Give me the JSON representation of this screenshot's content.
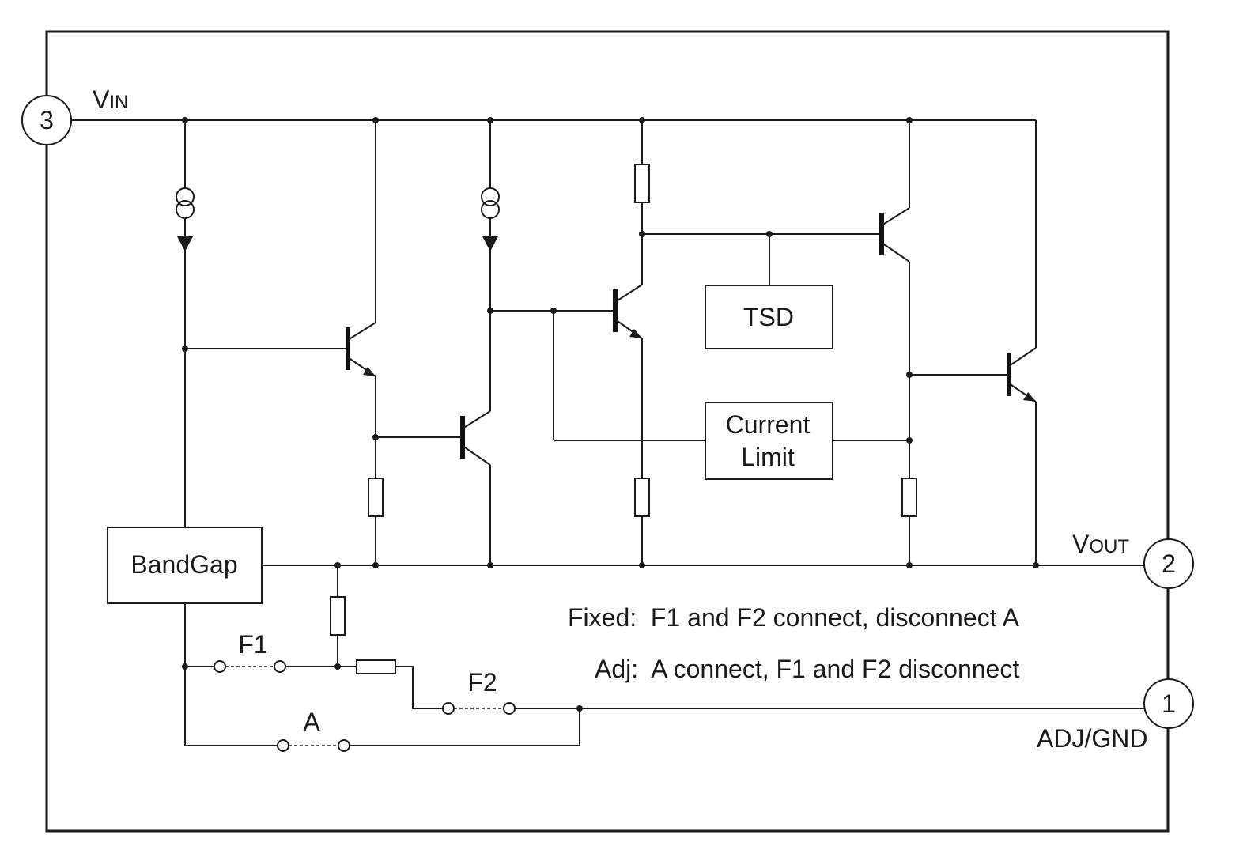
{
  "pins": {
    "vin": {
      "number": "3",
      "label_main": "V",
      "label_sub": "IN"
    },
    "vout": {
      "number": "2",
      "label_main": "V",
      "label_sub": "OUT"
    },
    "adj": {
      "number": "1",
      "label": "ADJ/GND"
    }
  },
  "blocks": {
    "bandgap": "BandGap",
    "tsd": "TSD",
    "current_limit_line1": "Current",
    "current_limit_line2": "Limit"
  },
  "switches": {
    "f1": "F1",
    "f2": "F2",
    "a": "A"
  },
  "notes": {
    "fixed": "Fixed:  F1 and F2 connect, disconnect A",
    "adj": "Adj:  A connect, F1 and F2 disconnect"
  }
}
